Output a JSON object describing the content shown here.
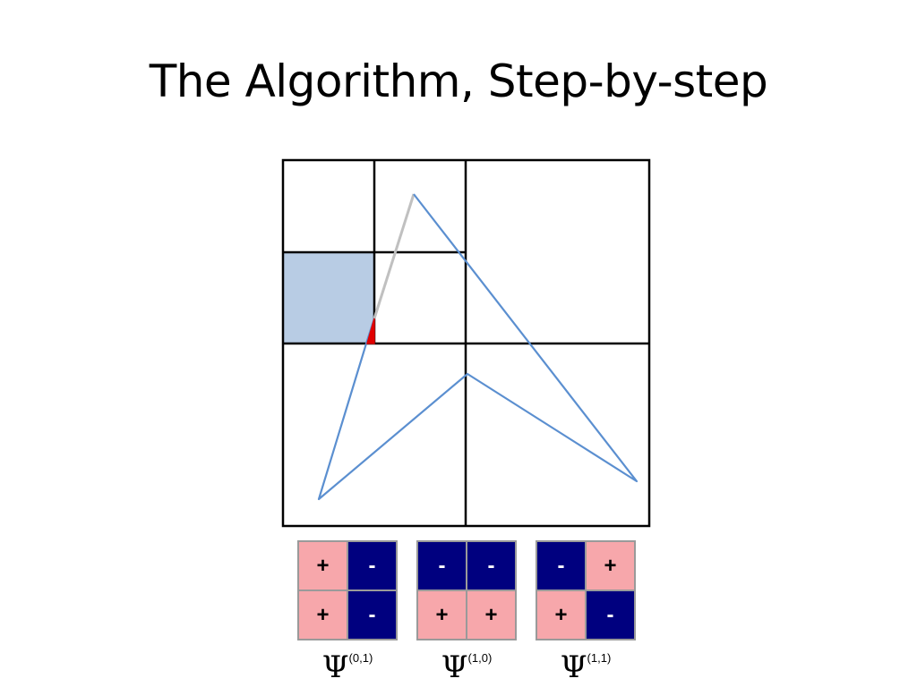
{
  "title": "The Algorithm, Step-by-step",
  "colors": {
    "grid": "#000000",
    "highlight_cell": "#b8cce4",
    "polygon": "#5b8fd0",
    "inactive_edge": "#c0c0c0",
    "clipped_edge": "#e00000",
    "plus_cell": "#f7a7ab",
    "minus_cell": "#00007f"
  },
  "wavelets": [
    {
      "signs": [
        "+",
        "-",
        "+",
        "-"
      ],
      "psi": "Ψ",
      "index": "(0,1)"
    },
    {
      "signs": [
        "-",
        "-",
        "+",
        "+"
      ],
      "psi": "Ψ",
      "index": "(1,0)"
    },
    {
      "signs": [
        "-",
        "+",
        "+",
        "-"
      ],
      "psi": "Ψ",
      "index": "(1,1)"
    }
  ]
}
